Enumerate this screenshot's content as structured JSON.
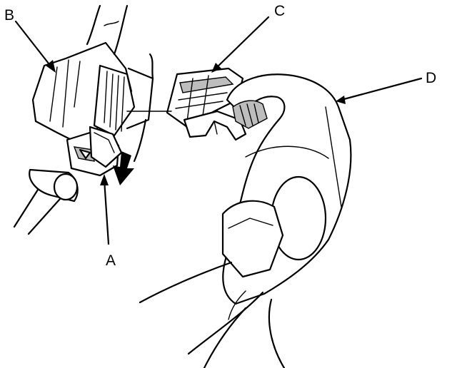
{
  "labels": {
    "a": "A",
    "b": "B",
    "c": "C",
    "d": "D"
  },
  "colors": {
    "line": "#000000",
    "shade": "#bdbdbd",
    "background": "#ffffff"
  }
}
